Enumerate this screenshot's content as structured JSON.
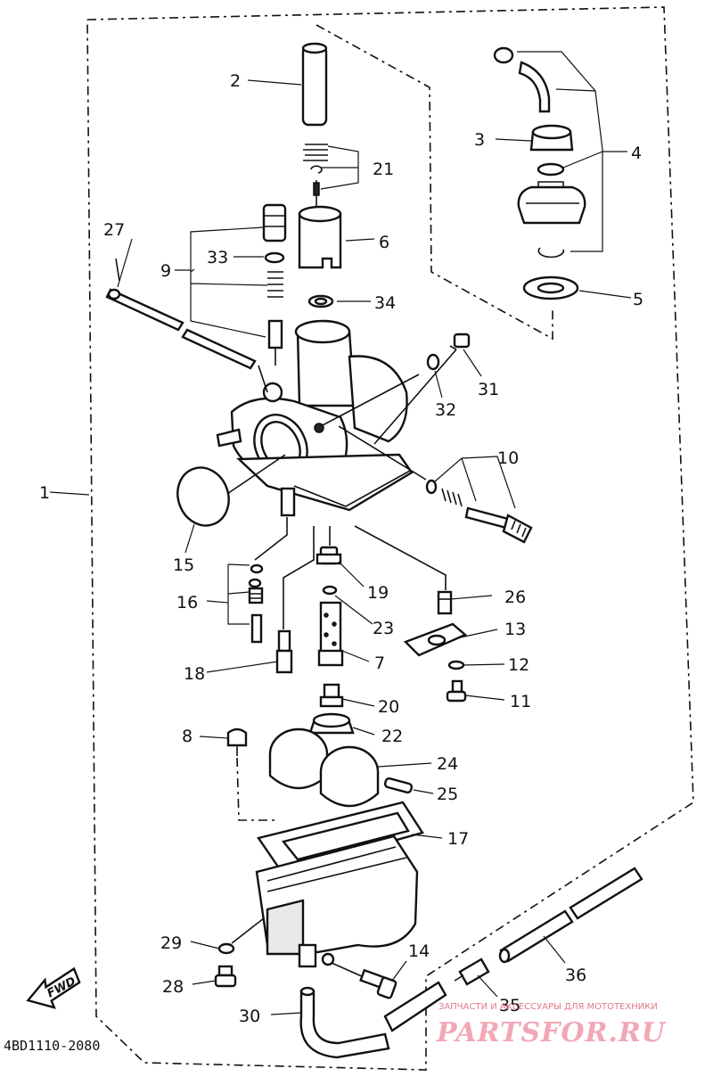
{
  "diagram": {
    "drawing_code": "4BD1110-2080",
    "forward_label": "FWD",
    "callouts": [
      "1",
      "2",
      "3",
      "4",
      "5",
      "6",
      "7",
      "8",
      "9",
      "10",
      "11",
      "12",
      "13",
      "14",
      "15",
      "16",
      "17",
      "18",
      "19",
      "20",
      "21",
      "22",
      "23",
      "24",
      "25",
      "26",
      "27",
      "28",
      "29",
      "30",
      "31",
      "32",
      "33",
      "34",
      "35",
      "36"
    ]
  },
  "watermark": {
    "caption": "ЗАПЧАСТИ И АКСЕССУАРЫ ДЛЯ МОТОТЕХНИКИ",
    "brand": "PARTSFOR.RU",
    "color": "#f2a7b5"
  }
}
